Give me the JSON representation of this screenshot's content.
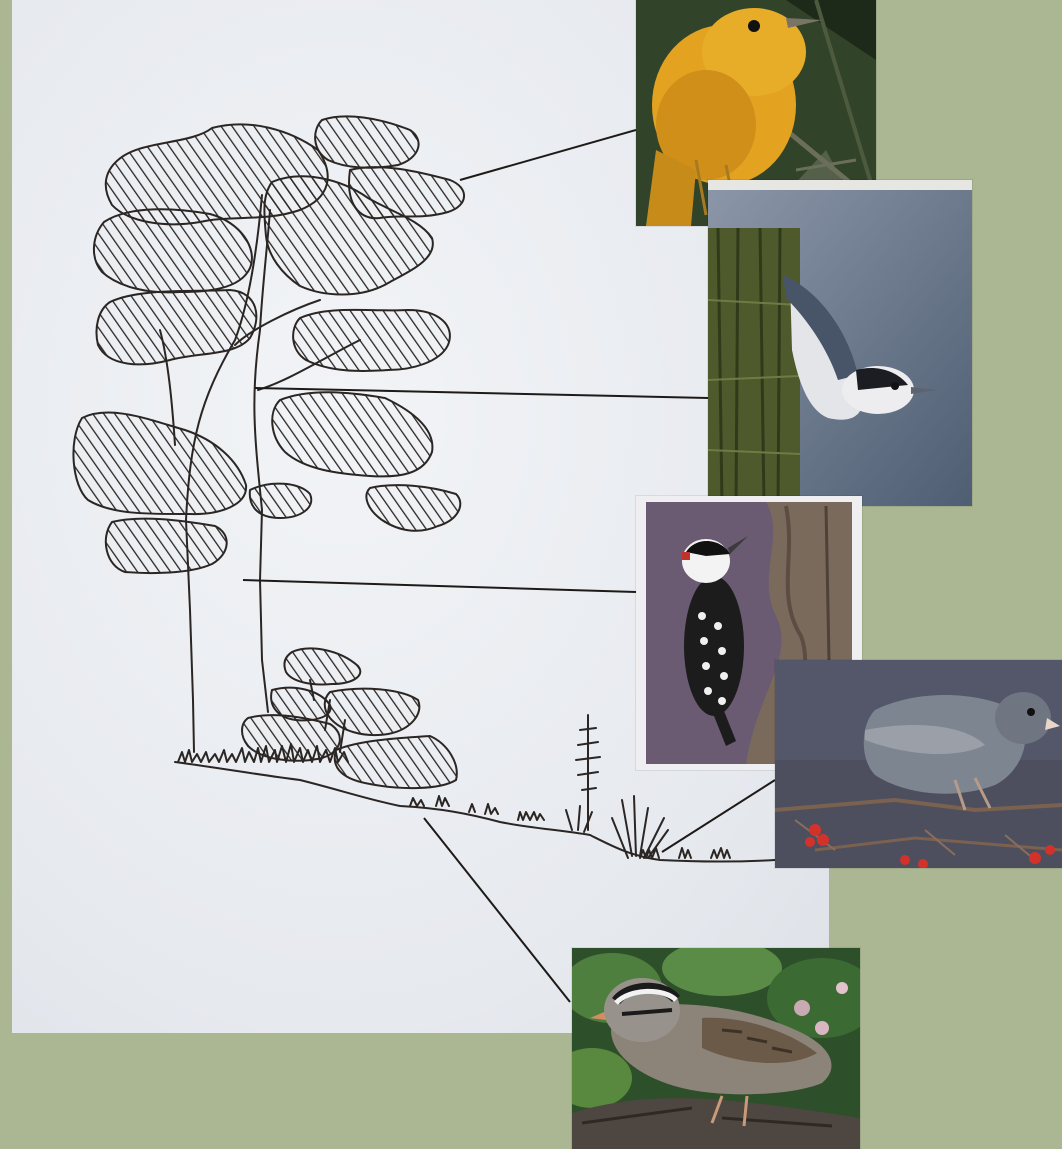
{
  "diagram": {
    "background_color": "#abb792",
    "paper_color": "#eceff3",
    "sketch_color": "#2b2623",
    "birds": [
      {
        "id": "canopy-bird",
        "kind": "yellow-warbler-photo",
        "body_color": "#e3a320"
      },
      {
        "id": "trunk-bird",
        "kind": "white-breasted-nuthatch-photo",
        "body_color": "#5a6677"
      },
      {
        "id": "lower-trunk-bird",
        "kind": "downy-woodpecker-photo",
        "body_color": "#1c1c1c"
      },
      {
        "id": "shrub-bird",
        "kind": "dark-eyed-junco-photo",
        "body_color": "#7d8590"
      },
      {
        "id": "ground-bird",
        "kind": "white-crowned-sparrow-photo",
        "body_color": "#8c8478"
      }
    ]
  }
}
